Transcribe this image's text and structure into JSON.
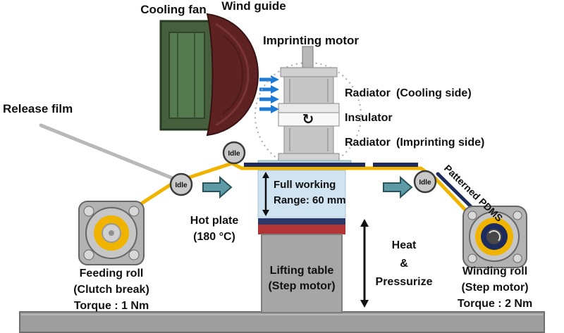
{
  "colors": {
    "film_yellow": "#f0b400",
    "pdms_navy": "#1d2b5e",
    "cooling_side_text": "#1a1acd",
    "imprinting_side_text": "#d42020",
    "wind_arrow_blue": "#1e7ad4",
    "flow_arrow_teal": "#5d9aa6",
    "hot_plate_red": "#b23434",
    "hot_plate_navy": "#2b3a6b",
    "fan_green": "#46603e",
    "fan_green_inner": "#567a50",
    "wind_guide_maroon": "#5e2222",
    "range_box_blue": "#cfe3f0"
  },
  "header": {
    "cooling_fan": "Cooling fan",
    "wind_guide": "Wind guide",
    "imprinting_motor": "Imprinting motor"
  },
  "motor": {
    "radiator_top": "Radiator",
    "cooling_side": "(Cooling side)",
    "insulator": "Insulator",
    "radiator_bottom": "Radiator",
    "imprinting_side": "(Imprinting side)",
    "rotation_symbol": "↻"
  },
  "film_path": {
    "release_film": "Release film",
    "patterned_pdms": "Patterned PDMS",
    "idle_1": "Idle",
    "idle_2": "Idle",
    "idle_3": "Idle"
  },
  "working_zone": {
    "range_line1": "Full working",
    "range_line2": "Range: 60 mm",
    "hot_plate_line1": "Hot plate",
    "hot_plate_line2": "(180 °C)",
    "lifting_line1": "Lifting table",
    "lifting_line2": "(Step motor)",
    "heat_line1": "Heat",
    "heat_line2": "&",
    "heat_line3": "Pressurize"
  },
  "feeding_roll": {
    "line1": "Feeding roll",
    "line2": "(Clutch break)",
    "line3": "Torque : 1 Nm"
  },
  "winding_roll": {
    "line1": "Winding roll",
    "line2": "(Step motor)",
    "line3": "Torque : 2 Nm"
  }
}
